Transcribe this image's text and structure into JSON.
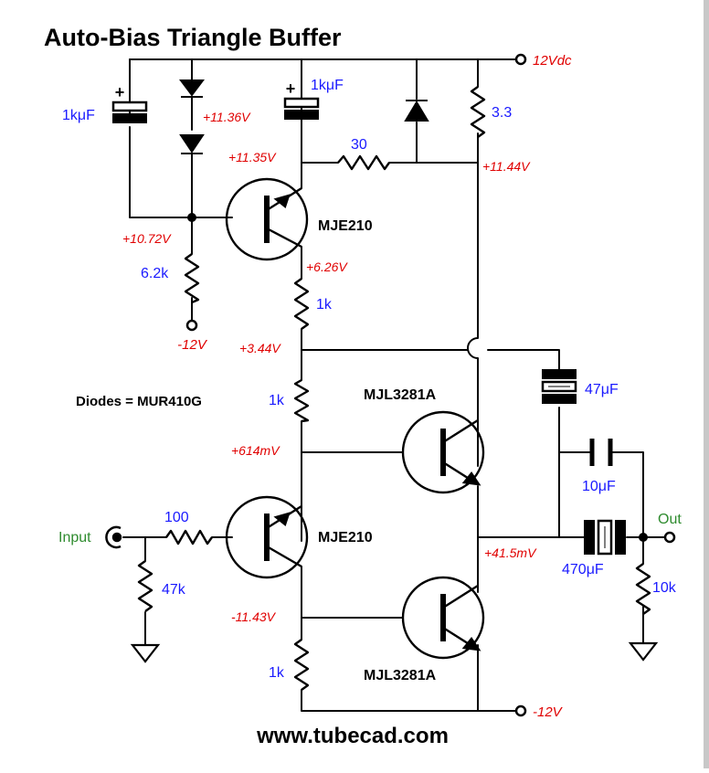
{
  "title": "Auto-Bias Triangle Buffer",
  "footer": "www.tubecad.com",
  "note": "Diodes = MUR410G",
  "colors": {
    "wire": "#000000",
    "component_value": "#1a1aff",
    "voltage": "#e00000",
    "port": "#2e8b2e"
  },
  "ports": {
    "supply_pos": "12Vdc",
    "supply_neg": "-12V",
    "bias_neg": "-12V",
    "input": "Input",
    "output": "Out"
  },
  "components": {
    "cap_top_left": "1kμF",
    "cap_top_mid": "1kμF",
    "res_30": "30",
    "res_3_3": "3.3",
    "res_6_2k": "6.2k",
    "res_1k_a": "1k",
    "res_1k_b": "1k",
    "res_1k_c": "1k",
    "res_100": "100",
    "res_47k": "47k",
    "res_10k": "10k",
    "cap_47u": "47μF",
    "cap_10u": "10μF",
    "cap_470u": "470μF"
  },
  "transistors": {
    "q_top": "MJE210",
    "q_input": "MJE210",
    "q_out_upper": "MJL3281A",
    "q_out_lower": "MJL3281A"
  },
  "voltages": {
    "v_11_36": "+11.36V",
    "v_11_35": "+11.35V",
    "v_11_44": "+11.44V",
    "v_10_72": "+10.72V",
    "v_6_26": "+6.26V",
    "v_3_44": "+3.44V",
    "v_614m": "+614mV",
    "v_41_5m": "+41.5mV",
    "v_neg_11_43": "-11.43V"
  }
}
